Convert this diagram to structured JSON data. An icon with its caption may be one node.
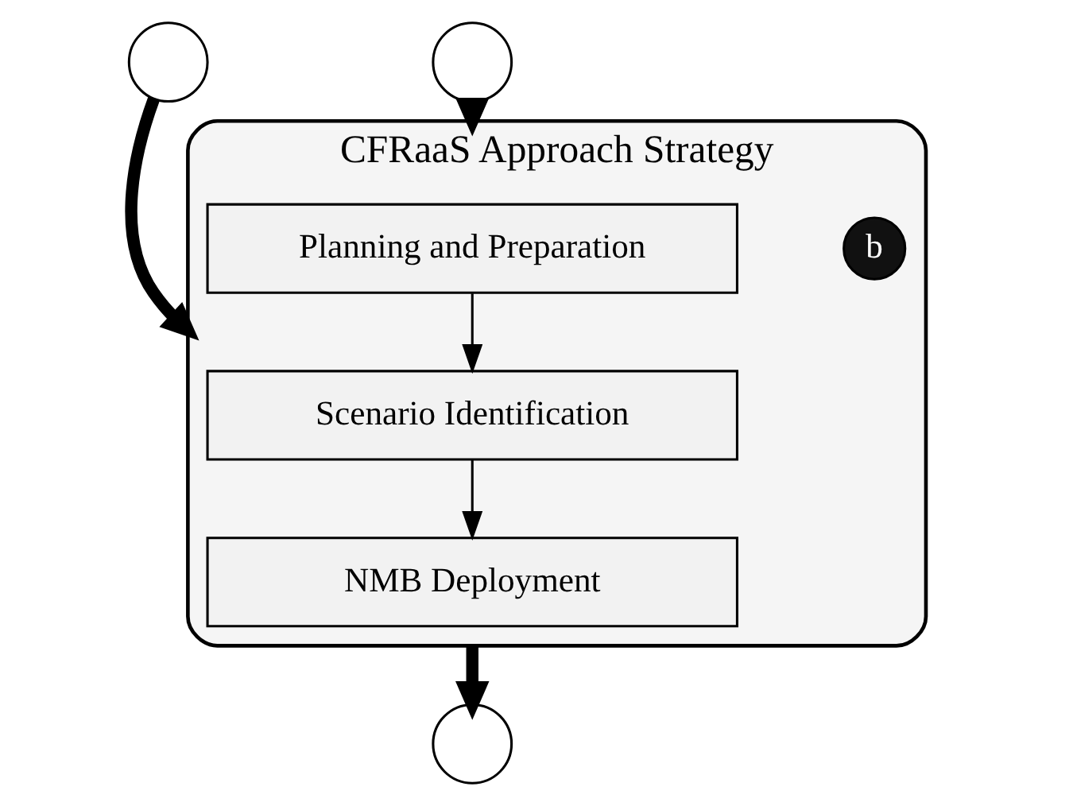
{
  "diagram": {
    "nodes": [
      {
        "text": [
          "CFRaaS Approach Strategy"
        ]
      },
      {
        "text": [
          "b"
        ],
        "in": 0
      },
      {
        "text": [
          "Planning and Preparation"
        ],
        "in": 0
      },
      {
        "text": [
          "Scenario Identification"
        ],
        "in": 0
      },
      {
        "text": [
          "NMB Deployment"
        ],
        "in": 0
      },
      {
        "text": [],
        "shape": "circle"
      },
      {
        "text": [],
        "shape": "circle"
      },
      {
        "text": [],
        "shape": "circle"
      }
    ],
    "edges": [
      {
        "from": 5,
        "to": 0,
        "arrow": "to",
        "style": "thick"
      },
      {
        "from": 6,
        "to": 0,
        "arrow": "to",
        "style": "thick"
      },
      {
        "from": 0,
        "to": 7,
        "arrow": "to",
        "style": "thick"
      },
      {
        "from": 2,
        "to": 3,
        "arrow": "to"
      },
      {
        "from": 3,
        "to": 4,
        "arrow": "to"
      }
    ]
  }
}
